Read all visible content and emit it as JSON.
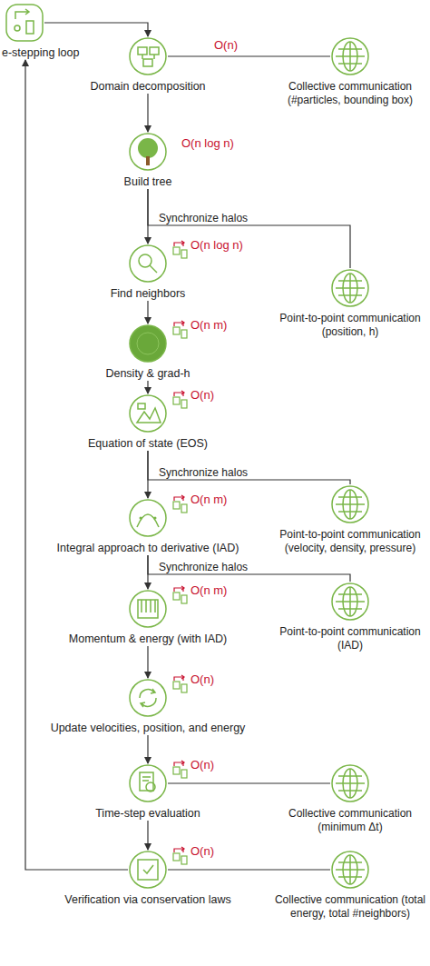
{
  "diagram": {
    "nodes": [
      {
        "text": [
          "e-stepping loop"
        ]
      },
      {
        "text": [
          "Domain decomposition"
        ]
      },
      {
        "text": [
          "Collective communication (#particles, bounding box)"
        ]
      },
      {
        "text": [
          "Build tree"
        ]
      },
      {
        "text": [
          "Point-to-point communication (position, h)"
        ]
      },
      {
        "text": [
          "Find neighbors"
        ]
      },
      {
        "text": [
          "Density & grad-h"
        ]
      },
      {
        "text": [
          "Equation of state (EOS)"
        ]
      },
      {
        "text": [
          "Point-to-point communication (velocity, density, pressure)"
        ]
      },
      {
        "text": [
          "Integral approach to derivative (IAD)"
        ]
      },
      {
        "text": [
          "Point-to-point communication (IAD)"
        ]
      },
      {
        "text": [
          "Momentum & energy (with IAD)"
        ]
      },
      {
        "text": [
          "Update velocities, position, and energy"
        ]
      },
      {
        "text": [
          "Time-step evaluation"
        ]
      },
      {
        "text": [
          "Collective communication (minimum Δt)"
        ]
      },
      {
        "text": [
          "Verification via conservation laws"
        ]
      },
      {
        "text": [
          "Collective communication (total energy, total #neighbors)"
        ]
      }
    ],
    "edges": [
      {
        "from": 0,
        "to": 1,
        "arrow": "to"
      },
      {
        "from": 1,
        "to": 2,
        "arrow": "none"
      },
      {
        "from": 1,
        "to": 3,
        "arrow": "to"
      },
      {
        "from": 3,
        "to": 4,
        "label": "Synchronize halos",
        "arrow": "none"
      },
      {
        "from": 3,
        "to": 5,
        "arrow": "to"
      },
      {
        "from": 5,
        "to": 6,
        "arrow": "to"
      },
      {
        "from": 6,
        "to": 7,
        "arrow": "to"
      },
      {
        "from": 7,
        "to": 8,
        "label": "Synchronize halos",
        "arrow": "none"
      },
      {
        "from": 7,
        "to": 9,
        "arrow": "to"
      },
      {
        "from": 9,
        "to": 10,
        "label": "Synchronize halos",
        "arrow": "none"
      },
      {
        "from": 9,
        "to": 11,
        "arrow": "to"
      },
      {
        "from": 11,
        "to": 12,
        "arrow": "to"
      },
      {
        "from": 12,
        "to": 13,
        "arrow": "to"
      },
      {
        "from": 13,
        "to": 14,
        "arrow": "none"
      },
      {
        "from": 13,
        "to": 15,
        "arrow": "to"
      },
      {
        "from": 15,
        "to": 16,
        "arrow": "none"
      },
      {
        "from": 15,
        "to": 0,
        "arrow": "to"
      }
    ],
    "labels": [
      "O(n)",
      "O(n log n)",
      "O(n log n)",
      "O(n m)",
      "O(n)",
      "O(n m)",
      "O(n m)",
      "O(n)",
      "O(n)",
      "O(n)"
    ]
  }
}
